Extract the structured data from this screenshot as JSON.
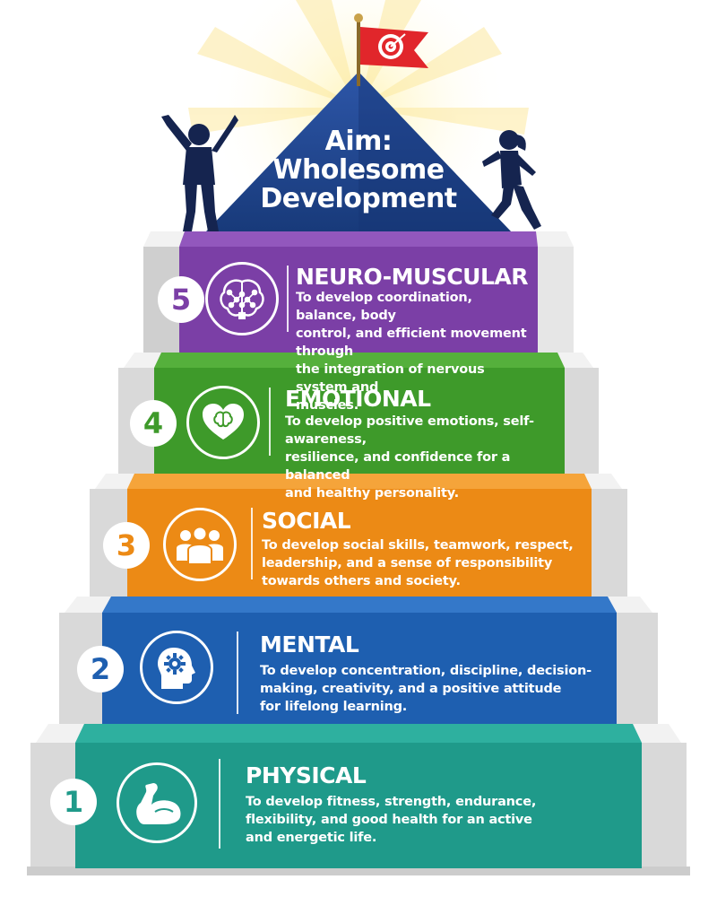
{
  "aim": {
    "title_lines": [
      "Aim:",
      "Wholesome",
      "Development"
    ],
    "flag_icon": "target-icon"
  },
  "colors": {
    "physical": "#1f9a8a",
    "mental": "#1e5fb0",
    "social": "#ec8a15",
    "emotional": "#3e9a2a",
    "neuro_muscular": "#7b3fa6",
    "pyramid": "#1f3f86",
    "flag": "#e1262b"
  },
  "steps": [
    {
      "number": "1",
      "heading": "PHYSICAL",
      "icon": "flexed-arm-icon",
      "lines": [
        "To develop fitness, strength, endurance,",
        "flexibility, and good health for an active",
        "and energetic life."
      ]
    },
    {
      "number": "2",
      "heading": "MENTAL",
      "icon": "head-gear-icon",
      "lines": [
        "To develop concentration, discipline, decision-",
        "making, creativity, and a positive attitude",
        "for lifelong learning."
      ]
    },
    {
      "number": "3",
      "heading": "SOCIAL",
      "icon": "people-group-icon",
      "lines": [
        "To develop social skills, teamwork, respect,",
        "leadership, and a sense of responsibility",
        "towards others and society."
      ]
    },
    {
      "number": "4",
      "heading": "EMOTIONAL",
      "icon": "heart-brain-icon",
      "lines": [
        "To develop positive emotions, self-awareness,",
        "resilience, and confidence for a balanced",
        "and healthy personality."
      ]
    },
    {
      "number": "5",
      "heading": "NEURO-MUSCULAR",
      "icon": "brain-network-icon",
      "lines": [
        "To develop coordination, balance, body",
        "control, and efficient movement through",
        "the integration of nervous system and",
        "muscles."
      ]
    }
  ]
}
